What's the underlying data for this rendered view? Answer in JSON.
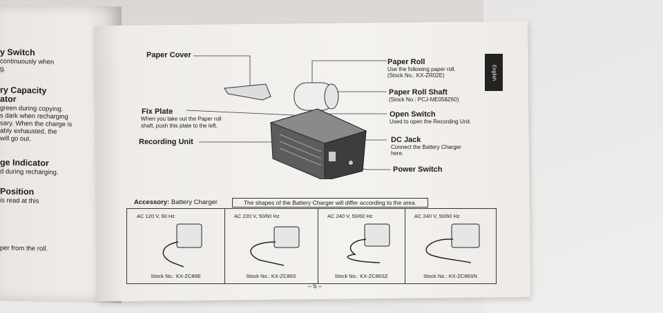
{
  "left_page": {
    "items": [
      {
        "heading": "y Switch",
        "lines": [
          "continuously when",
          "g."
        ]
      },
      {
        "heading": "ry Capacity",
        "heading2": "ator",
        "lines": [
          "green during copying.",
          "s dark when recharging",
          "sary. When the charge is",
          "ably exhausted, the",
          "will go out."
        ]
      },
      {
        "heading": "ge Indicator",
        "lines": [
          "d during recharging."
        ]
      },
      {
        "heading": "Position",
        "lines": [
          "is read at this"
        ]
      },
      {
        "heading": "",
        "lines": [
          "per from the roll."
        ]
      }
    ]
  },
  "right_page": {
    "tab_label": "English",
    "callouts": {
      "paper_cover": "Paper Cover",
      "fix_plate": "Fix Plate",
      "fix_plate_desc1": "When you take out the Paper roll",
      "fix_plate_desc2": "shaft, push this plate to the left.",
      "recording_unit": "Recording Unit",
      "paper_roll": "Paper Roll",
      "paper_roll_desc1": "Use the following paper roll.",
      "paper_roll_desc2": "(Stock No.:  KX-ZR02E)",
      "paper_roll_shaft": "Paper Roll Shaft",
      "paper_roll_shaft_desc": "(Stock No.:  PCJ-ME058Z60)",
      "open_switch": "Open Switch",
      "open_switch_desc": "Used to open the Recording Unit.",
      "dc_jack": "DC Jack",
      "dc_jack_desc1": "Connect the Battery Charger",
      "dc_jack_desc2": "here.",
      "power_switch": "Power Switch"
    },
    "accessory": {
      "label": "Accessory:",
      "value": "Battery Charger",
      "note": "The shapes of the Battery Charger will differ according to the area."
    },
    "chargers": [
      {
        "ac": "AC 120 V, 60 Hz",
        "stock": "Stock No.:  KX-ZC86E"
      },
      {
        "ac": "AC 220 V, 50/60 Hz",
        "stock": "Stock No.:  KX-ZC86S"
      },
      {
        "ac": "AC 240 V, 50/60 Hz",
        "stock": "Stock No.:  KX-ZC86SZ"
      },
      {
        "ac": "AC 240 V, 50/60 Hz",
        "stock": "Stock No.:  KX-ZC86SN"
      }
    ],
    "page_number": "– 5 –"
  }
}
